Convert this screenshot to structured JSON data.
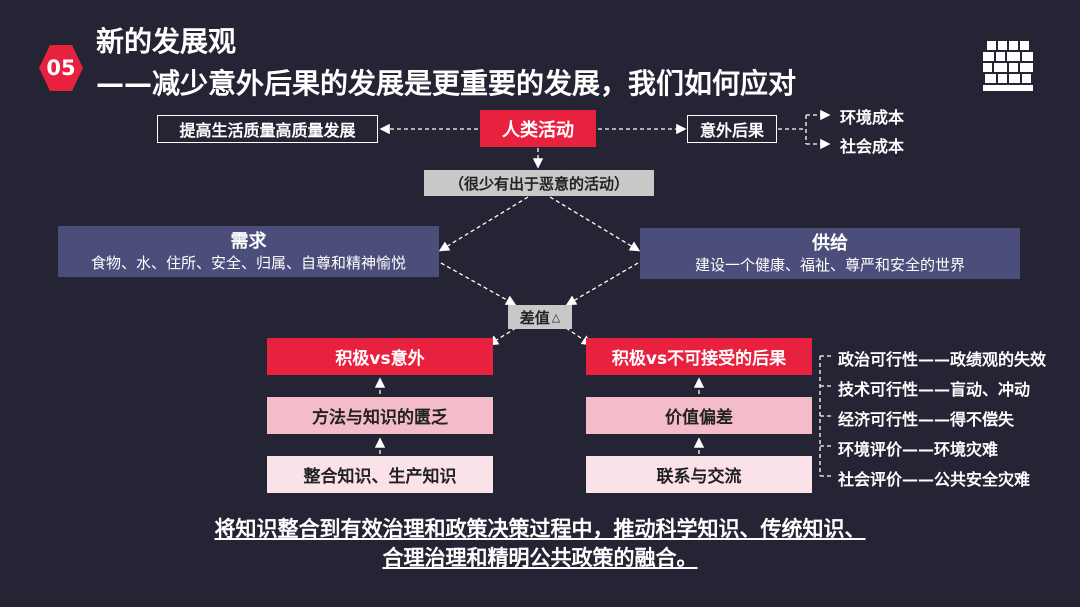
{
  "header": {
    "badge": "05",
    "title_line1": "新的发展观",
    "title_line2": "——减少意外后果的发展是更重要的发展，我们如何应对",
    "logo_icon": "grid-logo-icon"
  },
  "diagram": {
    "quality_dev": "提高生活质量高质量发展",
    "human_activity": "人类活动",
    "unintended": "意外后果",
    "env_cost": "环境成本",
    "social_cost": "社会成本",
    "rarely_malicious": "（很少有出于恶意的活动）",
    "demand_title": "需求",
    "demand_sub": "食物、水、住所、安全、归属、自尊和精神愉悦",
    "supply_title": "供给",
    "supply_sub": "建设一个健康、福祉、尊严和安全的世界",
    "gap": "差值",
    "gap_symbol": "△",
    "left_col": {
      "top": "积极vs意外",
      "mid": "方法与知识的匮乏",
      "bot": "整合知识、生产知识"
    },
    "right_col": {
      "top": "积极vs不可接受的后果",
      "mid": "价值偏差",
      "bot": "联系与交流"
    },
    "feasibility": [
      "政治可行性——政绩观的失效",
      "技术可行性——盲动、冲动",
      "经济可行性——得不偿失",
      "环境评价——环境灾难",
      "社会评价——公共安全灾难"
    ]
  },
  "conclusion": {
    "line1": "将知识整合到有效治理和政策决策过程中，推动科学知识、传统知识、",
    "line2": "合理治理和精明公共政策的融合。"
  },
  "colors": {
    "background": "#252435",
    "accent_red": "#e8213f",
    "pink": "#f4bcc8",
    "demand_bg": "#4b4e7a"
  }
}
